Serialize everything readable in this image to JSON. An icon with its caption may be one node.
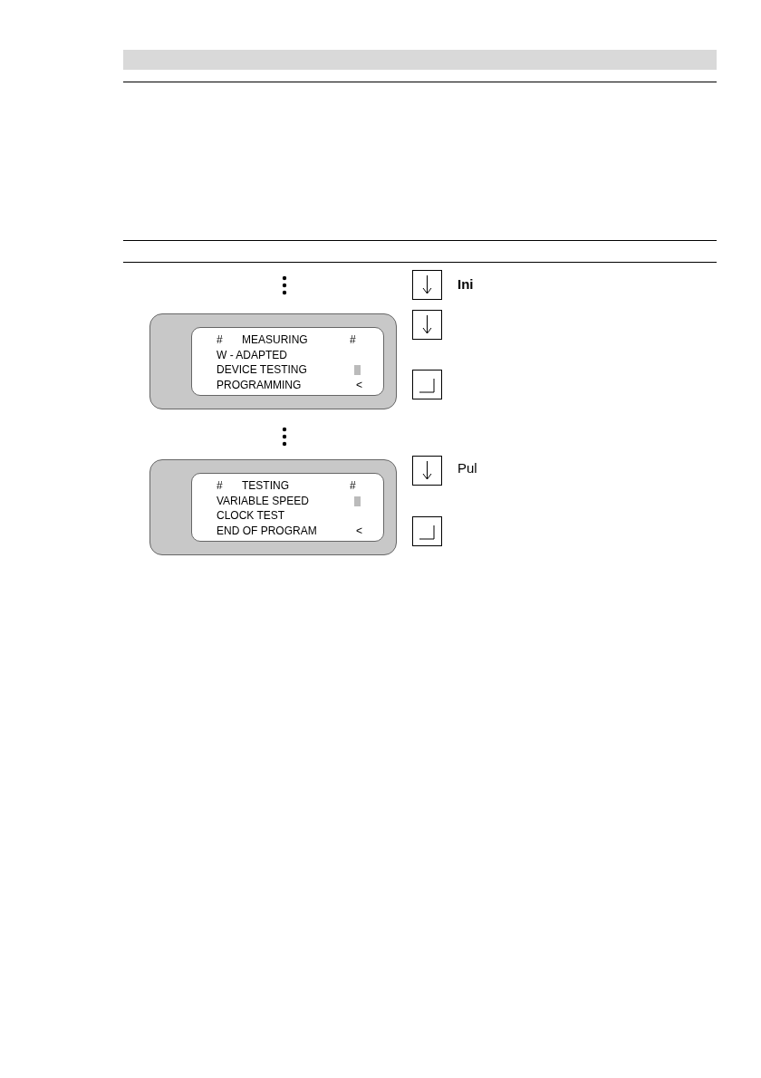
{
  "diagram": {
    "nodes": [
      {
        "text": [
          "#",
          "MEASURING",
          "#",
          "W - ADAPTED",
          "DEVICE TESTING",
          "PROGRAMMING",
          "<"
        ]
      },
      {
        "text": [
          "#",
          "TESTING",
          "#",
          "VARIABLE SPEED",
          "CLOCK TEST",
          "END OF PROGRAM",
          "<"
        ]
      }
    ],
    "edges": [],
    "labels": [
      "Ini",
      "Pul"
    ]
  }
}
